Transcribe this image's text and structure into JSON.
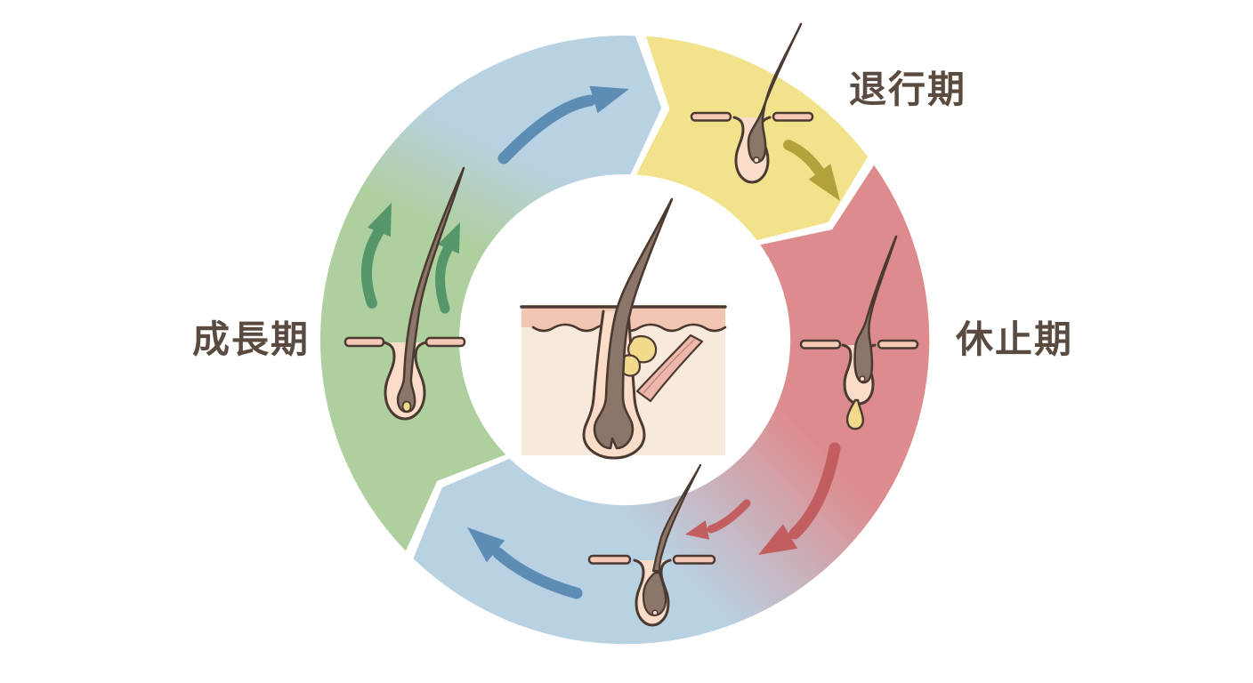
{
  "diagram": {
    "subject": "hair growth cycle",
    "flow": "clockwise",
    "phases": [
      {
        "id": "anagen",
        "label": "成長期",
        "position": "left",
        "color_key": "seg-green"
      },
      {
        "id": "catagen",
        "label": "退行期",
        "position": "top-right",
        "color_key": "seg-yellow"
      },
      {
        "id": "telogen",
        "label": "休止期",
        "position": "right",
        "color_key": "seg-red"
      }
    ],
    "transition_segments": [
      {
        "id": "anagen-to-catagen",
        "position": "top",
        "color_key": "seg-blue"
      },
      {
        "id": "telogen-to-anagen",
        "position": "bottom",
        "color_key": "seg-blue"
      }
    ],
    "arrows": [
      {
        "id": "arrow-growth-left",
        "direction": "up",
        "color_key": "arrow-green"
      },
      {
        "id": "arrow-growth-right",
        "direction": "up",
        "color_key": "arrow-green"
      },
      {
        "id": "arrow-top",
        "direction": "right",
        "color_key": "arrow-blue"
      },
      {
        "id": "arrow-catagen",
        "direction": "down-right",
        "color_key": "arrow-olive"
      },
      {
        "id": "arrow-telogen",
        "direction": "down-left",
        "color_key": "arrow-red"
      },
      {
        "id": "arrow-shed",
        "direction": "left",
        "color_key": "arrow-red"
      },
      {
        "id": "arrow-bottom",
        "direction": "up-left",
        "color_key": "arrow-blue"
      }
    ],
    "colors": {
      "bg": "#ffffff",
      "text": "#5a4a40",
      "seg-green": "#aecf9e",
      "seg-blue": "#b9d2e3",
      "seg-yellow": "#f1e28b",
      "seg-red": "#dd8b8d",
      "arrow-blue": "#5d8cb4",
      "arrow-green": "#55966b",
      "arrow-olive": "#b2a23b",
      "arrow-red": "#c25e60",
      "ink": "#4a3a31",
      "hair": "#8b7669",
      "skin-band": "#f5c9b6",
      "skin-light": "#fadcc9",
      "gland": "#f3d98b",
      "muscle": "#efb7a9",
      "epidermis": "#f3c5b3",
      "dermis": "#f8e9dd"
    }
  }
}
